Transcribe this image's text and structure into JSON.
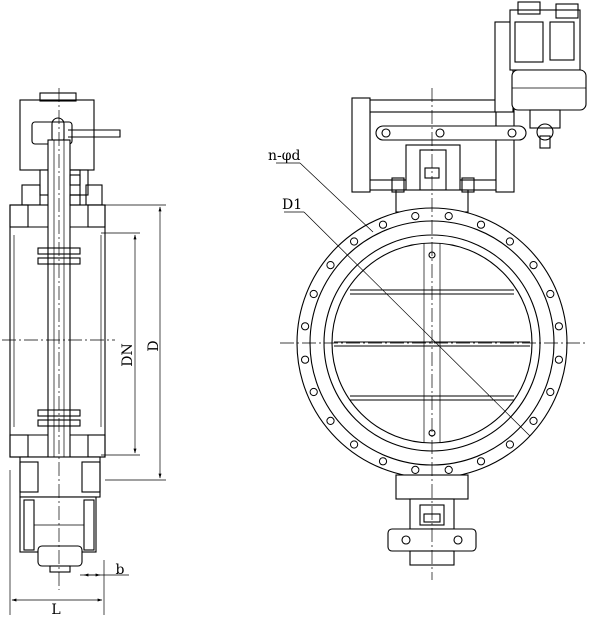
{
  "labels": {
    "length": "L",
    "width": "b",
    "nominal_diameter": "DN",
    "outer_diameter": "D",
    "holes": "n-φd",
    "bolt_circle": "D1"
  }
}
